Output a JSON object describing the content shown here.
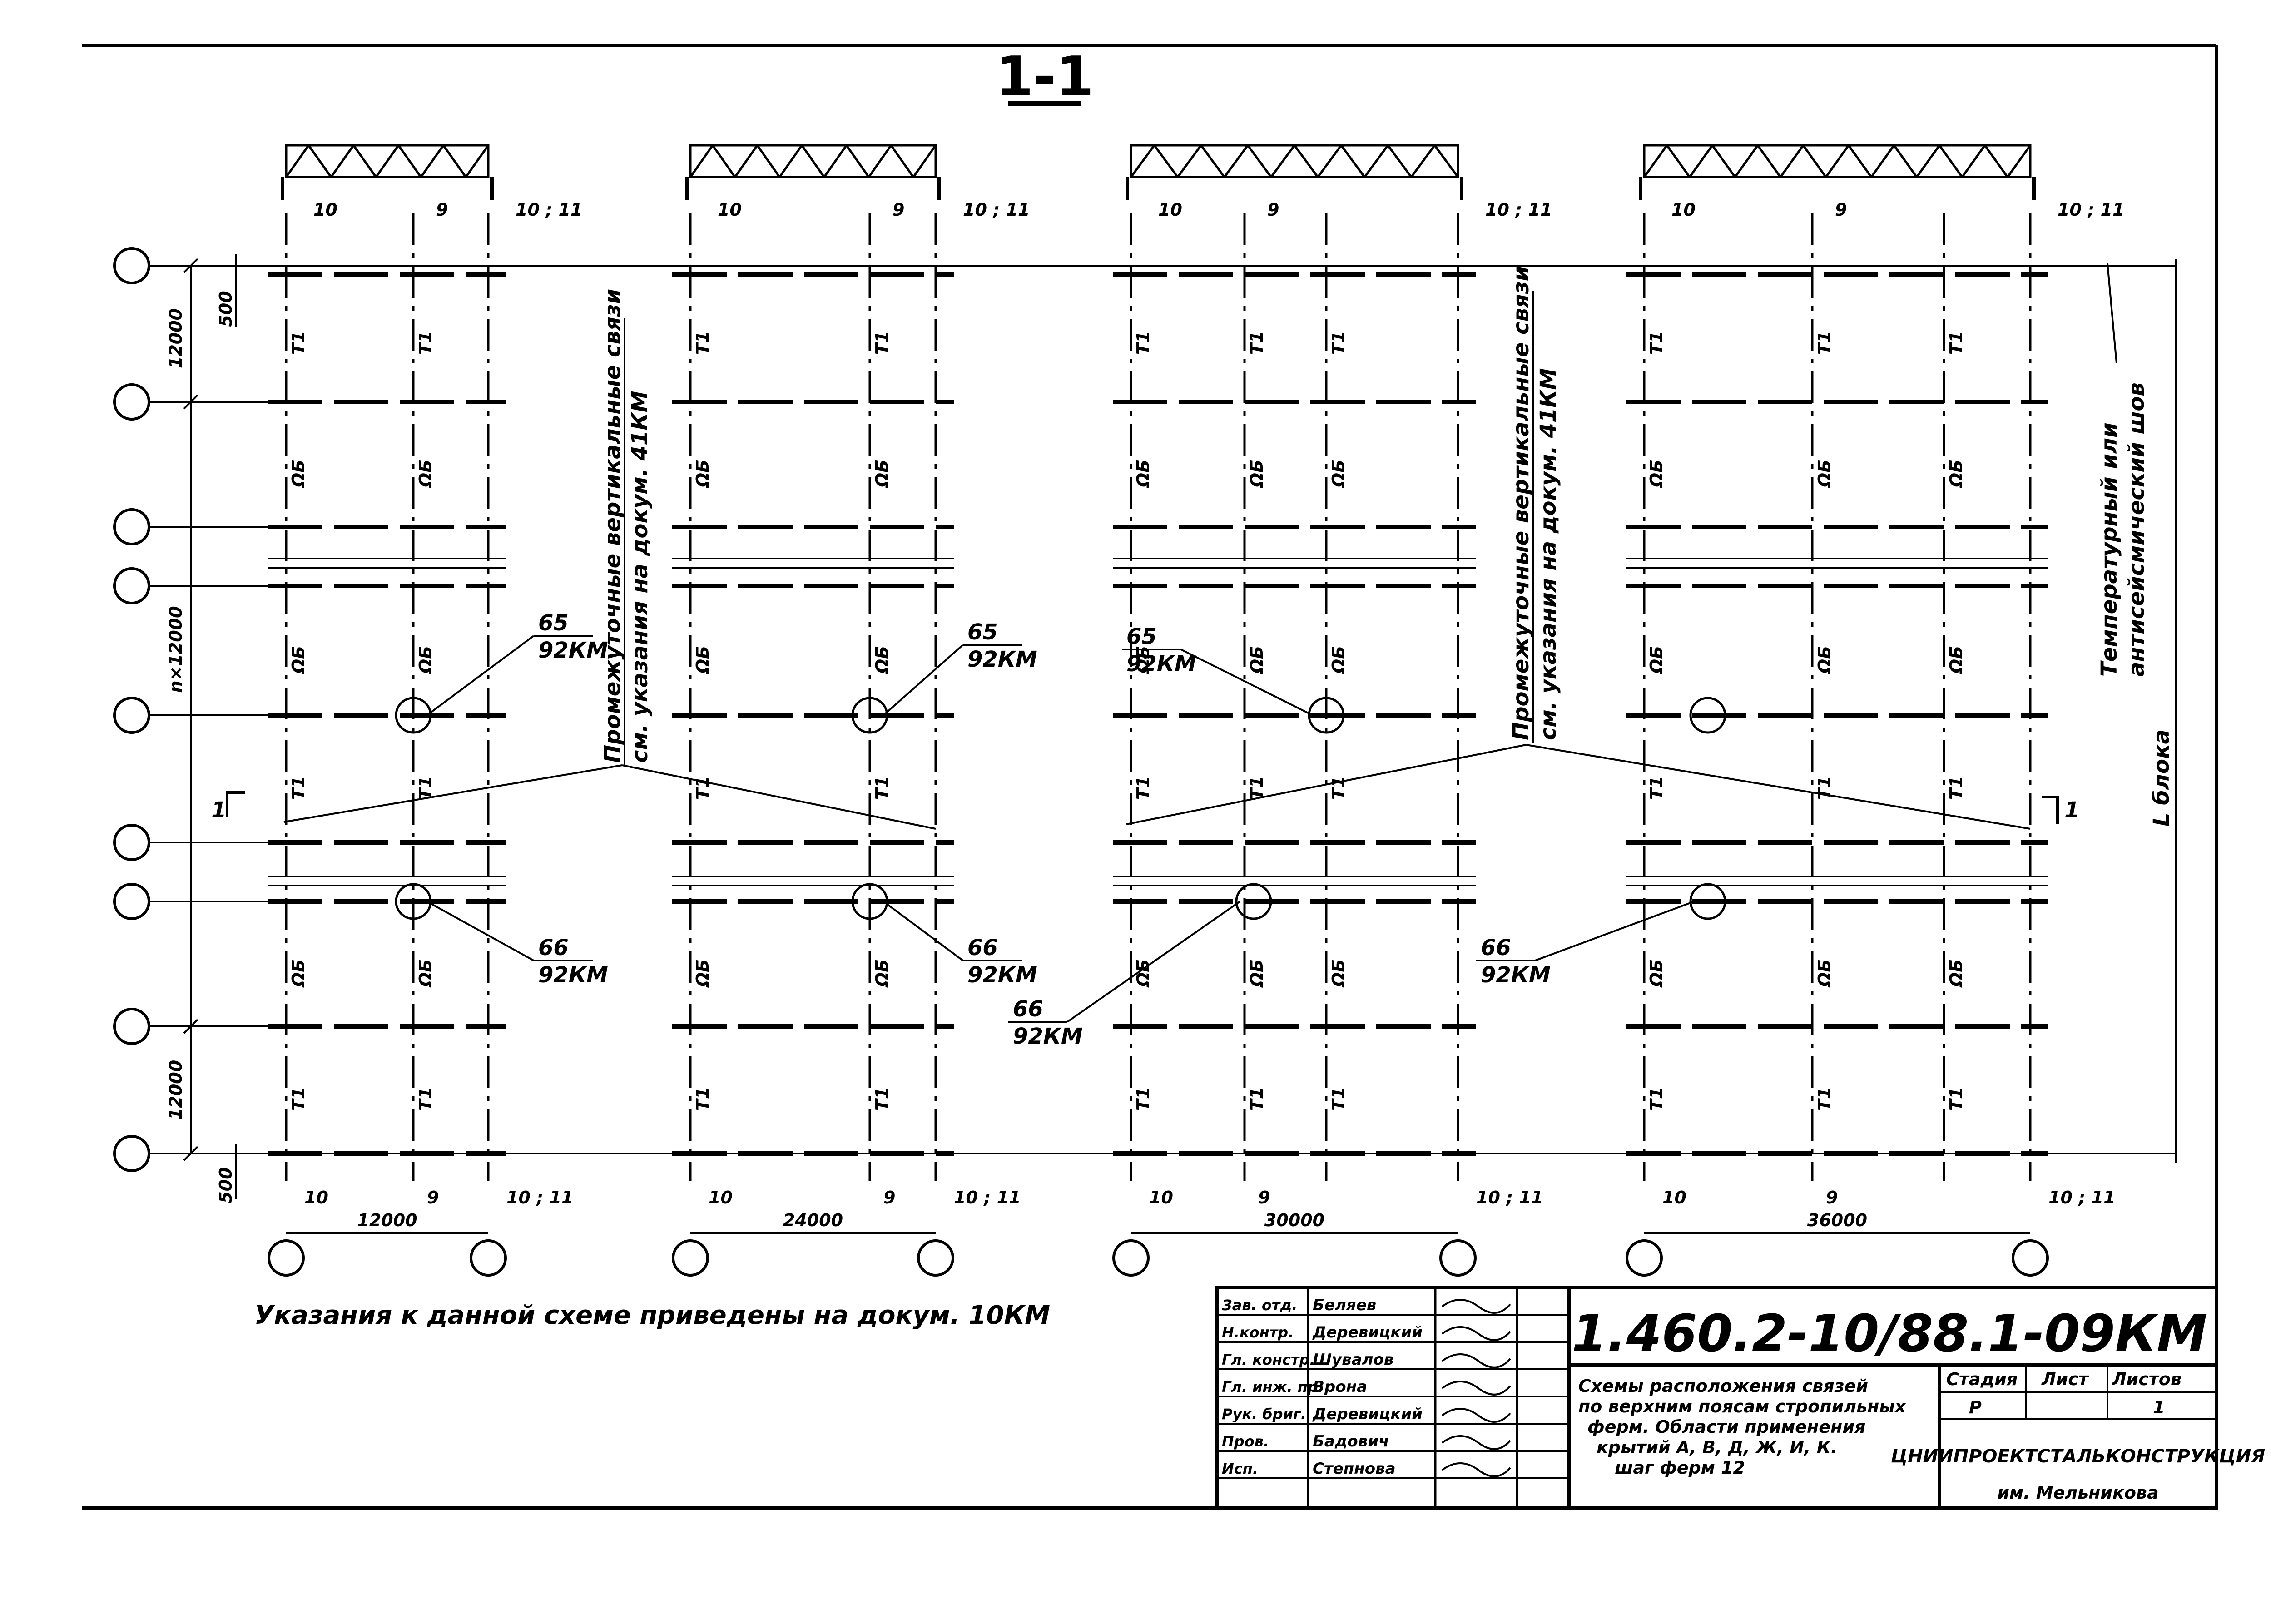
{
  "section_label": "1-1",
  "grid": {
    "dim_500": "500",
    "dim_12000": "12000",
    "dim_n12000": "n×12000",
    "section_mark": "1"
  },
  "blocks": [
    {
      "span": "12000",
      "mark_left": "10",
      "mark_mid": "9",
      "mark_right": "10 ; 11"
    },
    {
      "span": "24000",
      "mark_left": "10",
      "mark_mid": "9",
      "mark_right": "10 ; 11"
    },
    {
      "span": "30000",
      "mark_left": "10",
      "mark_mid": "9",
      "mark_right": "10 ; 11"
    },
    {
      "span": "36000",
      "mark_left": "10",
      "mark_mid": "9",
      "mark_right": "10 ; 11"
    }
  ],
  "element_labels": {
    "truss": "T1",
    "strut": "ΩБ"
  },
  "callouts": {
    "node5_num": "65",
    "node6_num": "66",
    "doc": "92КМ"
  },
  "vertical_notes": {
    "braces_line1": "Промежуточные вертикальные связи",
    "braces_line2": "см. указания на докум. 41КМ",
    "joint_line1": "Температурный или",
    "joint_line2": "антисейсмический шов",
    "block_length": "L блока"
  },
  "instructions": "Указания к данной схеме приведены на докум. 10КМ",
  "title_block": {
    "doc_number": "1.460.2-10/88.1-09КМ",
    "roles": [
      "Зав. отд.",
      "Н.контр.",
      "Гл. констр.",
      "Гл. инж. пр.",
      "Рук. бриг.",
      "Пров.",
      "Исп."
    ],
    "names": [
      "Беляев",
      "Деревицкий",
      "Шувалов",
      "Врона",
      "Деревицкий",
      "Бадович",
      "Степнова"
    ],
    "description": [
      "Схемы расположения связей",
      "по верхним поясам стропильных",
      "ферм. Области применения",
      "крытий А, В, Д, Ж, И, К.",
      "шаг ферм 12"
    ],
    "stage_label": "Стадия",
    "sheet_label": "Лист",
    "sheets_label": "Листов",
    "stage_value": "Р",
    "sheets_value": "1",
    "organization": "ЦНИИПРОЕКТСТАЛЬКОНСТРУКЦИЯ",
    "organization_sub": "им. Мельникова"
  }
}
